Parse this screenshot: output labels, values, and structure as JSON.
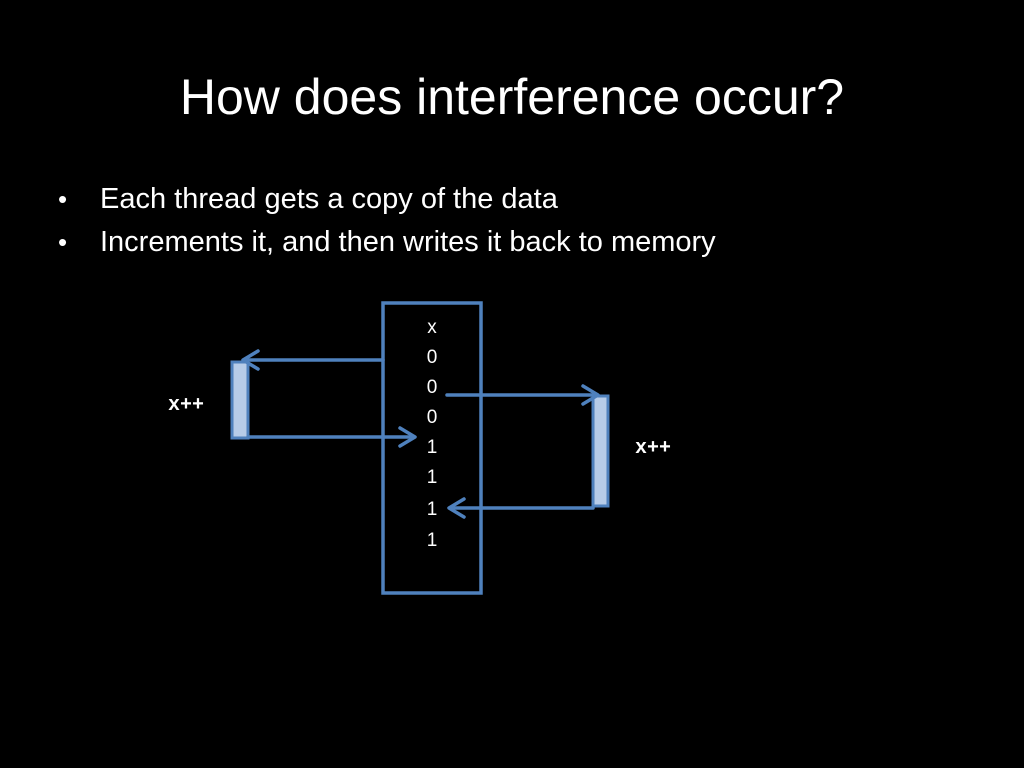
{
  "slide": {
    "title": "How does interference occur?",
    "bullets": [
      "Each thread gets a copy of the data",
      "Increments it, and then writes it back to memory"
    ]
  },
  "diagram": {
    "memory_values": [
      "x",
      "0",
      "0",
      "0",
      "1",
      "1",
      "1",
      "1"
    ],
    "left_thread_label": "x++",
    "right_thread_label": "x++",
    "colors": {
      "line": "#4f81bd",
      "thread_bar": "#b7cce8",
      "background": "#000000",
      "text": "#ffffff"
    }
  }
}
